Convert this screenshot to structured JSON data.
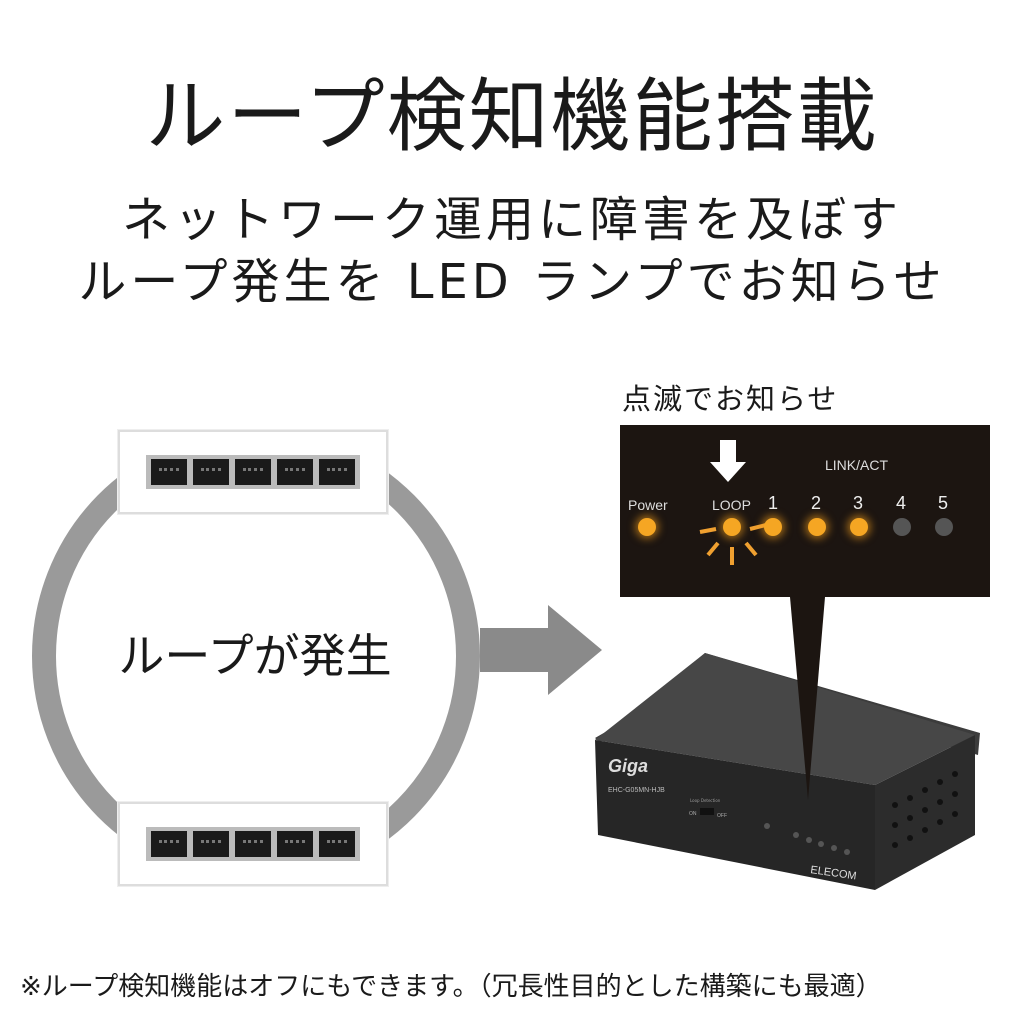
{
  "title": "ループ検知機能搭載",
  "subtitle": [
    "ネットワーク運用に障害を及ぼす",
    "ループ発生を LED ランプでお知らせ"
  ],
  "callout_label": "点滅でお知らせ",
  "panel": {
    "power": "Power",
    "loop": "LOOP",
    "link_act": "LINK/ACT",
    "ports": [
      "1",
      "2",
      "3",
      "4",
      "5"
    ],
    "led_on": "#f5a623",
    "led_off": "#555555"
  },
  "diagram_label": "ループが発生",
  "device": {
    "brand_logo": "Giga",
    "model": "EHC-G05MN-HJB",
    "maker": "ELECOM",
    "switch_label": "Loop Detection",
    "on": "ON",
    "off": "OFF"
  },
  "footnote": "※ループ検知機能はオフにもできます。（冗長性目的とした構築にも最適）"
}
